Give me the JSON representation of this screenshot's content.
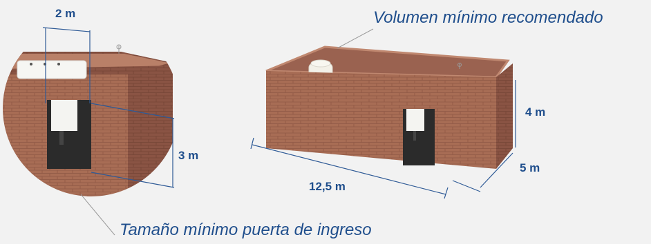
{
  "labels": {
    "volume_caption": "Volumen mínimo recomendado",
    "door_caption": "Tamaño mínimo puerta de ingreso",
    "door_width": "2 m",
    "door_height": "3 m",
    "room_length": "12,5 m",
    "room_depth": "5 m",
    "room_height": "4 m"
  },
  "colors": {
    "text": "#1f4e8c",
    "dimension_line": "#2e5a96",
    "brick_light": "#b2775e",
    "brick_mid": "#9c6450",
    "brick_dark": "#7d4c3b",
    "door": "#2b2b2b",
    "tank": "#f5f5f2",
    "background": "#f2f2f2"
  },
  "icons": [
    "ceiling-light-icon"
  ]
}
